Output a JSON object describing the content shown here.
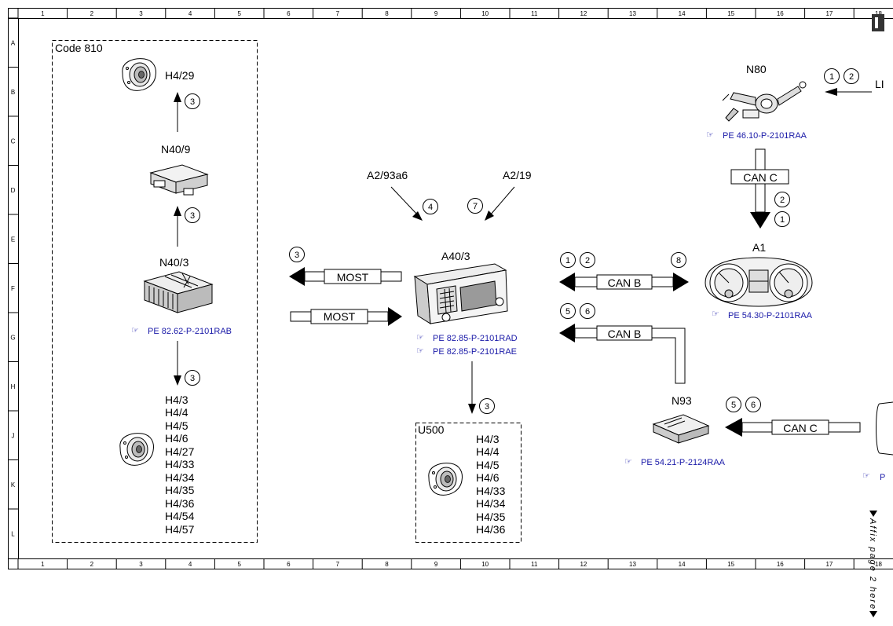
{
  "grid": {
    "columns": [
      "1",
      "2",
      "3",
      "4",
      "5",
      "6",
      "7",
      "8",
      "9",
      "10",
      "11",
      "12",
      "13",
      "14",
      "15",
      "16",
      "17",
      "18"
    ],
    "rows": [
      "A",
      "B",
      "C",
      "D",
      "E",
      "F",
      "G",
      "H",
      "J",
      "K",
      "L"
    ]
  },
  "groups": {
    "code810": "Code 810",
    "u500": "U500"
  },
  "components": {
    "h4_29": "H4/29",
    "n40_9": "N40/9",
    "n40_3": "N40/3",
    "a2_93a6": "A2/93a6",
    "a2_19": "A2/19",
    "a40_3": "A40/3",
    "n80": "N80",
    "a1": "A1",
    "n93": "N93",
    "li_partial": "LI"
  },
  "speaker_list_left": [
    "H4/3",
    "H4/4",
    "H4/5",
    "H4/6",
    "H4/27",
    "H4/33",
    "H4/34",
    "H4/35",
    "H4/36",
    "H4/54",
    "H4/57"
  ],
  "speaker_list_u500": [
    "H4/3",
    "H4/4",
    "H4/5",
    "H4/6",
    "H4/33",
    "H4/34",
    "H4/35",
    "H4/36"
  ],
  "references": {
    "n40_3": "PE 82.62-P-2101RAB",
    "a40_3_a": "PE 82.85-P-2101RAD",
    "a40_3_b": "PE 82.85-P-2101RAE",
    "n80": "PE 46.10-P-2101RAA",
    "a1": "PE 54.30-P-2101RAA",
    "n93": "PE 54.21-P-2124RAA",
    "partial": "P"
  },
  "buses": {
    "most_out": "MOST",
    "most_in": "MOST",
    "can_c_vertical": "CAN C",
    "can_b_a1": "CAN B",
    "can_b_n93": "CAN B",
    "can_c_n93": "CAN C"
  },
  "signals": {
    "n40_9_to_h4_29": "3",
    "n40_3_to_n40_9": "3",
    "n40_3_to_speakers": "3",
    "most_out": "3",
    "a2_93a6": "4",
    "a2_19": "7",
    "a40_3_to_u500": "3",
    "can_b_left_1": "1",
    "can_b_left_2": "2",
    "can_b_right": "8",
    "can_b_n93_1": "5",
    "can_b_n93_2": "6",
    "n80_in_1": "1",
    "n80_in_2": "2",
    "can_c_v_2": "2",
    "can_c_v_1": "1",
    "n93_in_1": "5",
    "n93_in_2": "6"
  },
  "side_note": "Affix page 2 here",
  "colors": {
    "line": "#000000",
    "reference": "#1a1aa8",
    "background": "#ffffff"
  }
}
